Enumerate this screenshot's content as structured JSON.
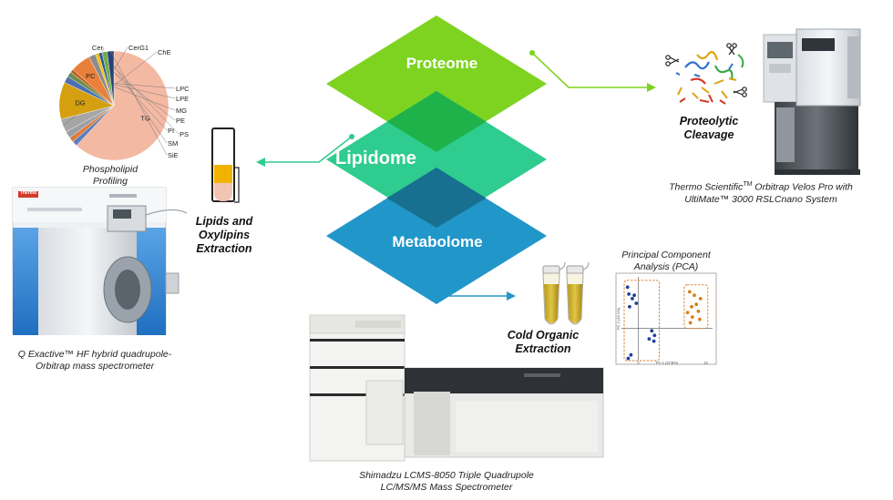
{
  "diamonds": {
    "proteome": "Proteome",
    "lipidome": "Lipidome",
    "metabolome": "Metabolome"
  },
  "labels": {
    "phospholipid": [
      "Phospholipid",
      "Profiling"
    ],
    "lipids_extraction": [
      "Lipids and",
      "Oxylipins",
      "Extraction"
    ],
    "q_exactive": [
      "Q Exactive™ HF hybrid quadrupole-",
      "Orbitrap mass spectrometer"
    ],
    "proteolytic": [
      "Proteolytic",
      "Cleavage"
    ],
    "thermo_pre": "Thermo Scientific",
    "thermo_sup": "TM",
    "thermo_post": " Orbitrap Velos Pro with",
    "thermo_line2": "UltiMate™ 3000 RSLCnano System",
    "pca_title": [
      "Principal Component",
      "Analysis (PCA)"
    ],
    "cold_extraction": [
      "Cold Organic",
      "Extraction"
    ],
    "shimadzu": [
      "Shimadzu LCMS-8050 Triple Quadrupole",
      "LC/MS/MS Mass Spectrometer"
    ],
    "instrument_brand": "Thermo"
  },
  "chart_data": [
    {
      "type": "pie",
      "title": "",
      "slices": [
        {
          "label": "TG",
          "value": 62,
          "color": "#f4b9a3"
        },
        {
          "label": "Cer",
          "value": 1.5,
          "color": "#5b7fbf"
        },
        {
          "label": "CerG1",
          "value": 1.5,
          "color": "#e07b39"
        },
        {
          "label": "",
          "value": 2,
          "color": "#9aa0a6"
        },
        {
          "label": "ChE",
          "value": 4,
          "color": "#a6a6a6"
        },
        {
          "label": "DG",
          "value": 11,
          "color": "#d4a00f"
        },
        {
          "label": "LPC",
          "value": 2,
          "color": "#4a6fb5"
        },
        {
          "label": "LPE",
          "value": 1.5,
          "color": "#6b8e4e"
        },
        {
          "label": "MG",
          "value": 1,
          "color": "#c45c1a"
        },
        {
          "label": "PC",
          "value": 6,
          "color": "#e8803a"
        },
        {
          "label": "PE",
          "value": 2,
          "color": "#8c8c8c"
        },
        {
          "label": "PI",
          "value": 1,
          "color": "#f2c200"
        },
        {
          "label": "PS",
          "value": 1,
          "color": "#2f5597"
        },
        {
          "label": "SM",
          "value": 1.5,
          "color": "#70ad47"
        },
        {
          "label": "SiE",
          "value": 2,
          "color": "#264478"
        }
      ]
    },
    {
      "type": "scatter",
      "title": "",
      "xlabel": "PC 1 (37.1%)",
      "ylabel": "PC 2 (16.1%)",
      "xlim": [
        -2.5,
        11
      ],
      "ylim": [
        -2.8,
        4.5
      ],
      "xticks": [
        "0",
        "5",
        "10"
      ],
      "series": [
        {
          "color": "#1f3f99",
          "points": [
            [
              -1.6,
              3.6
            ],
            [
              -1.4,
              3.0
            ],
            [
              -0.9,
              2.6
            ],
            [
              -0.6,
              2.9
            ],
            [
              -1.3,
              1.9
            ],
            [
              -0.3,
              2.2
            ],
            [
              2.0,
              -0.2
            ],
            [
              2.4,
              -0.6
            ],
            [
              1.6,
              -0.9
            ],
            [
              2.3,
              -1.1
            ],
            [
              -1.5,
              -2.6
            ],
            [
              -1.1,
              -2.3
            ]
          ]
        },
        {
          "color": "#d4801c",
          "points": [
            [
              7.6,
              3.2
            ],
            [
              8.3,
              2.9
            ],
            [
              9.2,
              2.6
            ],
            [
              7.9,
              1.9
            ],
            [
              8.6,
              2.1
            ],
            [
              7.3,
              1.4
            ],
            [
              8.9,
              1.5
            ],
            [
              8.0,
              1.0
            ],
            [
              9.1,
              0.8
            ],
            [
              7.7,
              0.5
            ]
          ]
        }
      ]
    }
  ]
}
